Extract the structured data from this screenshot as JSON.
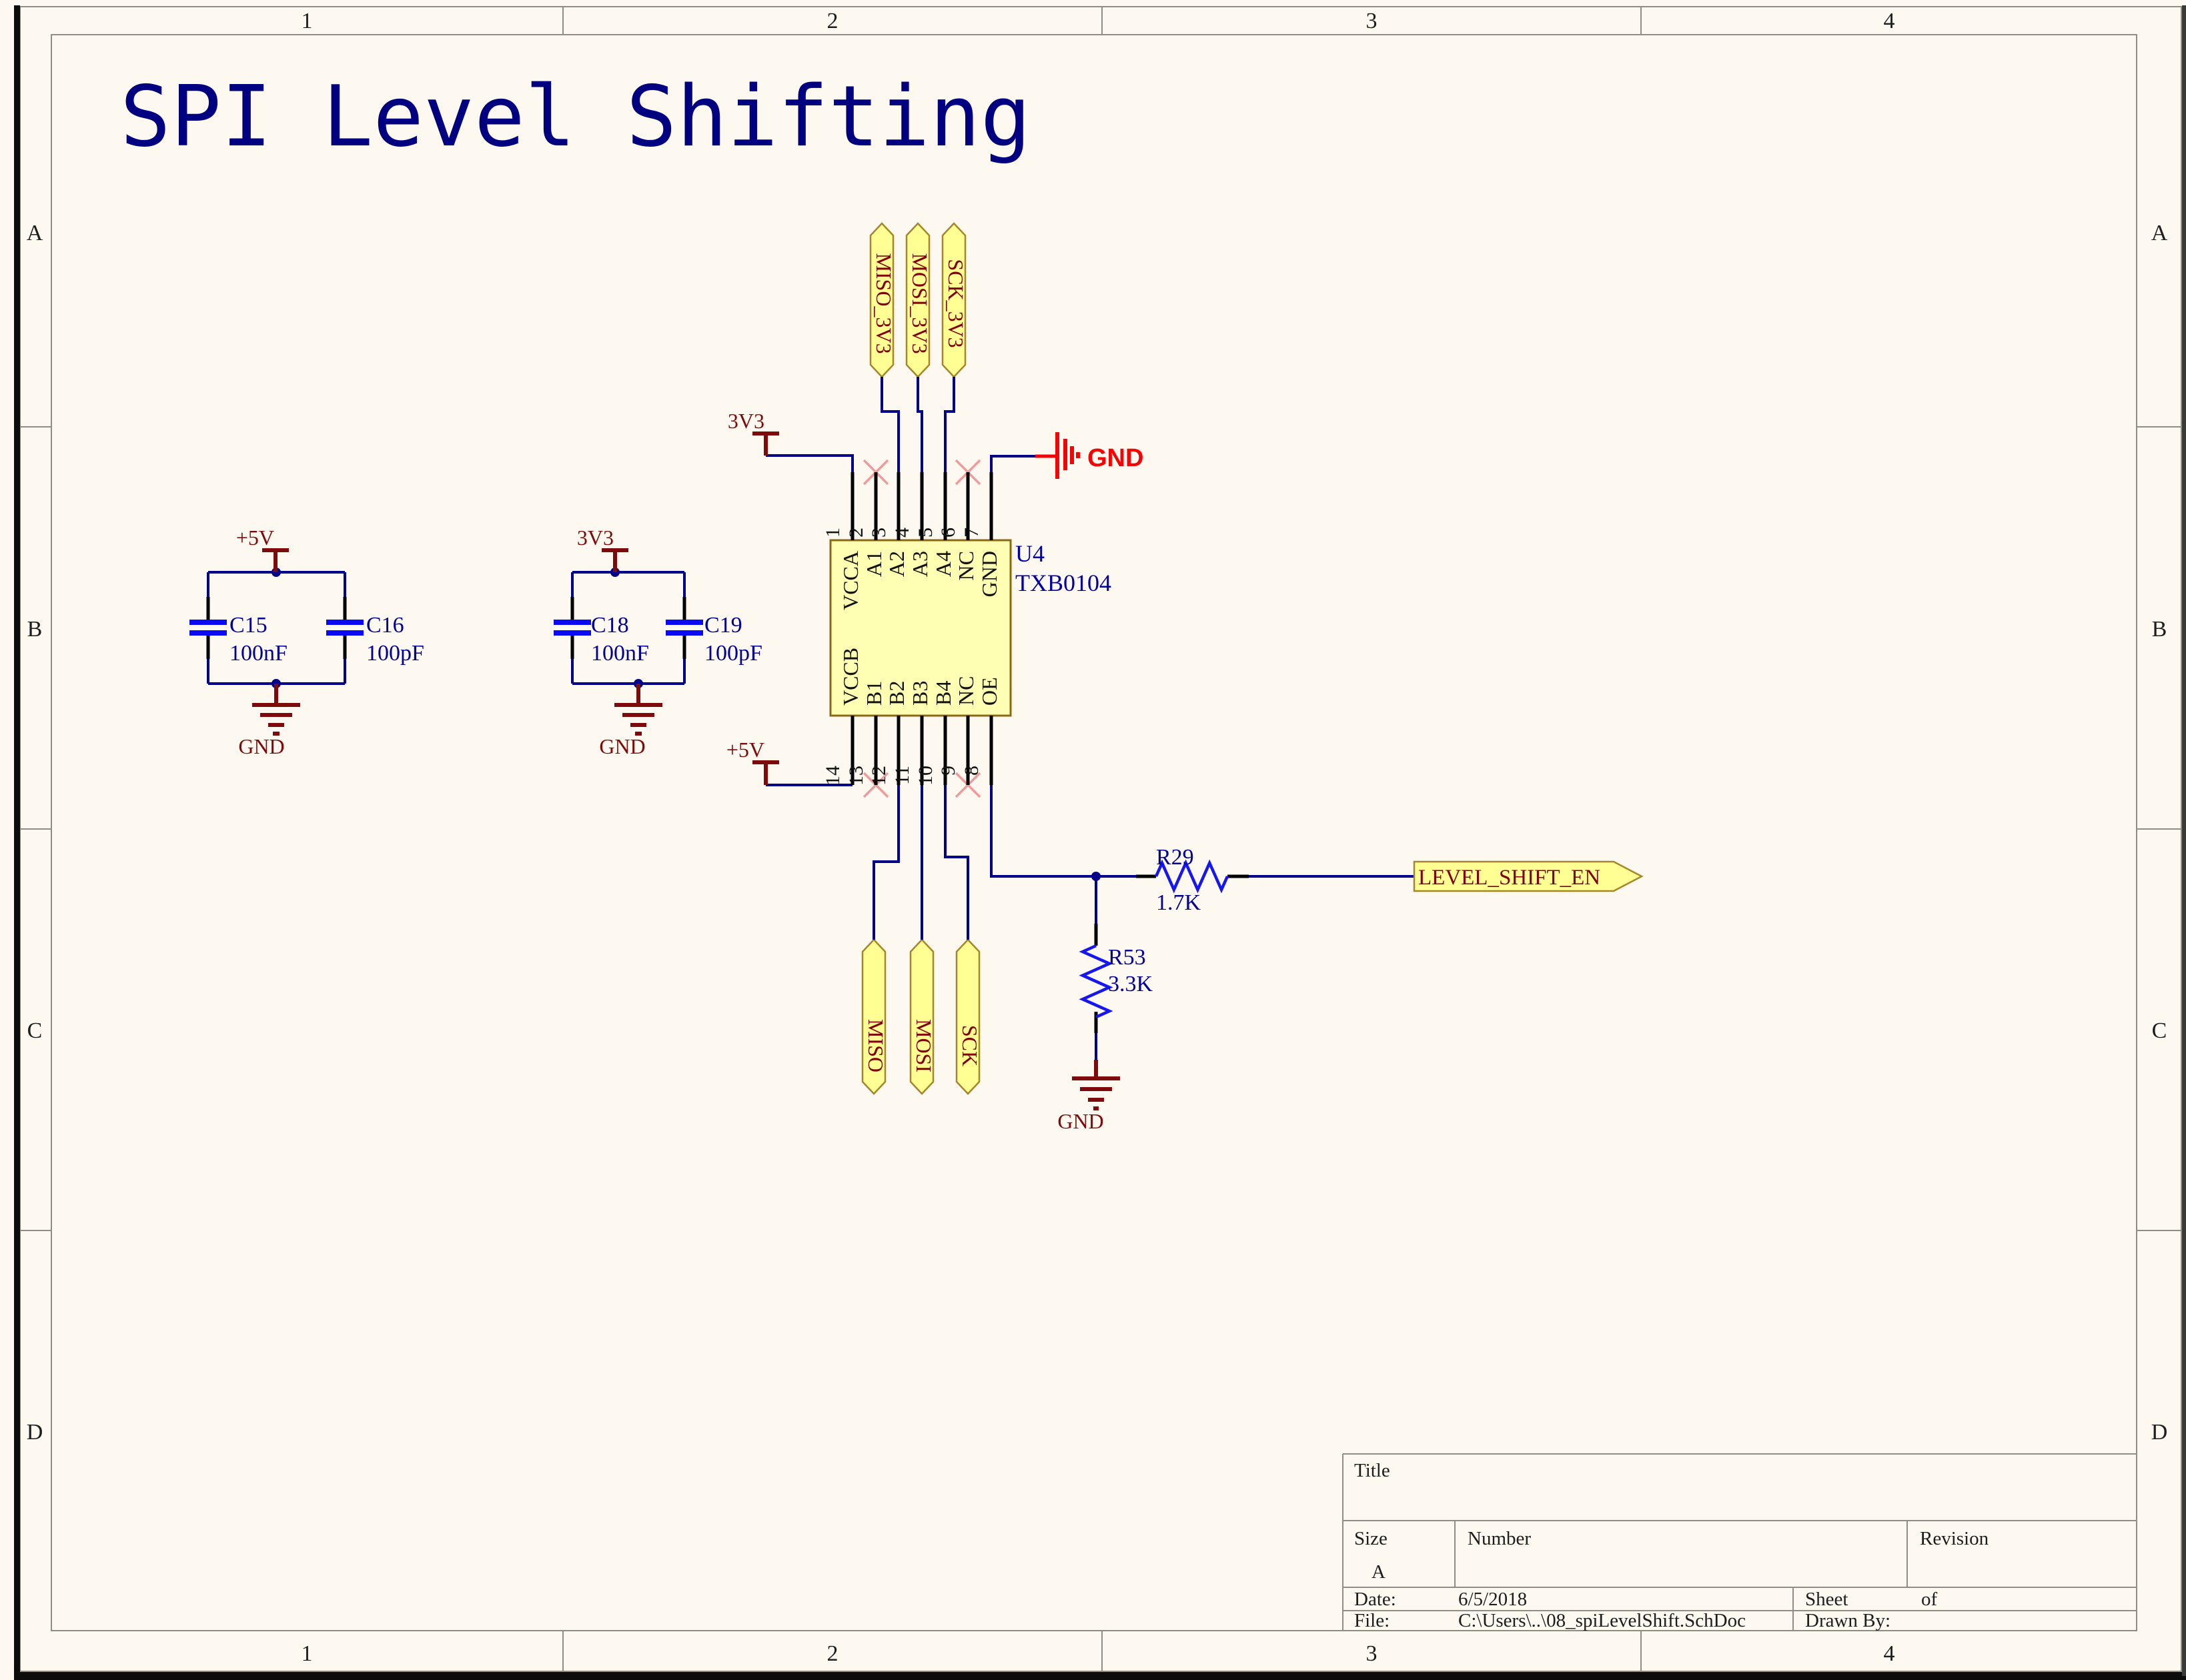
{
  "sheet": {
    "title": "SPI Level Shifting"
  },
  "border": {
    "cols": [
      "1",
      "2",
      "3",
      "4"
    ],
    "rows": [
      "A",
      "B",
      "C",
      "D"
    ]
  },
  "ic": {
    "designator": "U4",
    "part": "TXB0104",
    "top_pin_numbers": [
      "1",
      "2",
      "3",
      "4",
      "5",
      "6",
      "7"
    ],
    "top_pin_names": [
      "VCCA",
      "A1",
      "A2",
      "A3",
      "A4",
      "NC",
      "GND"
    ],
    "bottom_pin_numbers": [
      "14",
      "13",
      "12",
      "11",
      "10",
      "9",
      "8"
    ],
    "bottom_pin_names": [
      "VCCB",
      "B1",
      "B2",
      "B3",
      "B4",
      "NC",
      "OE"
    ]
  },
  "ports": {
    "top": [
      "MISO_3V3",
      "MOSI_3V3",
      "SCK_3V3"
    ],
    "bottom": [
      "MISO",
      "MOSI",
      "SCK"
    ],
    "right": "LEVEL_SHIFT_EN"
  },
  "power": {
    "plus5": "+5V",
    "v33": "3V3",
    "gnd": "GND"
  },
  "resistors": [
    {
      "ref": "R29",
      "value": "1.7K"
    },
    {
      "ref": "R53",
      "value": "3.3K"
    }
  ],
  "capacitors": [
    {
      "ref": "C15",
      "value": "100nF"
    },
    {
      "ref": "C16",
      "value": "100pF"
    },
    {
      "ref": "C18",
      "value": "100nF"
    },
    {
      "ref": "C19",
      "value": "100pF"
    }
  ],
  "title_block": {
    "title_label": "Title",
    "size_label": "Size",
    "size_value": "A",
    "number_label": "Number",
    "revision_label": "Revision",
    "date_label": "Date:",
    "date_value": "6/5/2018",
    "file_label": "File:",
    "file_value": "C:\\Users\\..\\08_spiLevelShift.SchDoc",
    "sheet_label": "Sheet",
    "of_label": "of",
    "drawn_label": "Drawn By:"
  },
  "colors": {
    "wire": "#00008B",
    "resistor": "#1616F0",
    "capacitor": "#0A0AF5",
    "ic_fill": "#FFFFB3",
    "ic_border": "#8B6914",
    "port_fill": "#FFFF94",
    "port_border": "#A5862B",
    "power_maroon": "#7D0B0B",
    "gnd_red": "#F40404",
    "no_erc": "#F09B9B",
    "sheet_bg": "#FDF9F0"
  }
}
